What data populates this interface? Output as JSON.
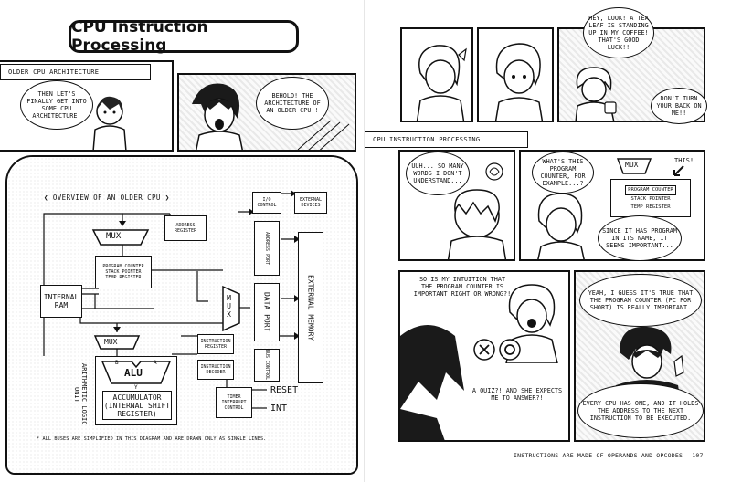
{
  "left_page": {
    "title": "CPU Instruction Processing",
    "caption_older": "OLDER CPU ARCHITECTURE",
    "bubble_1": "THEN LET'S FINALLY GET INTO SOME CPU ARCHITECTURE.",
    "bubble_2": "BEHOLD! THE ARCHITECTURE OF AN OLDER CPU!!",
    "diagram": {
      "heading": "OVERVIEW OF AN OLDER CPU",
      "mux_top": "MUX",
      "address_register": "ADDRESS REGISTER",
      "io_control": "I/O CONTROL",
      "external_devices": "EXTERNAL DEVICES",
      "address_port": "ADDRESS PORT",
      "program_counter": "PROGRAM COUNTER",
      "stack_pointer": "STACK POINTER",
      "temp_register": "TEMP REGISTER",
      "internal_ram": "INTERNAL RAM",
      "mux_right": "MUX",
      "data_port": "DATA PORT",
      "external_memory": "EXTERNAL MEMORY",
      "mux_bottom": "MUX",
      "instruction_register": "INSTRUCTION REGISTER",
      "instruction_decoder": "INSTRUCTION DECODER",
      "bus_control": "BUS CONTROL",
      "alu": "ALU",
      "alu_b": "B",
      "alu_a": "A",
      "alu_y": "Y",
      "accumulator": "ACCUMULATOR (INTERNAL SHIFT REGISTER)",
      "arithmetic_logic_unit": "ARITHMETIC LOGIC UNIT",
      "timer_interrupt_control": "TIMER INTERRUPT CONTROL",
      "reset": "RESET",
      "int": "INT"
    },
    "footnote": "* ALL BUSES ARE SIMPLIFIED IN THIS DIAGRAM AND ARE DRAWN ONLY AS SINGLE LINES."
  },
  "right_page": {
    "bubble_tea": "HEY, LOOK! A TEA LEAF IS STANDING UP IN MY COFFEE! THAT'S GOOD LUCK!!",
    "bubble_dont_turn": "DON'T TURN YOUR BACK ON ME!!",
    "caption_processing": "CPU INSTRUCTION PROCESSING",
    "bubble_uuh": "UUH... SO MANY WORDS I DON'T UNDERSTAND...",
    "bubble_whats": "WHAT'S THIS PROGRAM COUNTER, FOR EXAMPLE...?",
    "zoom_mux": "MUX",
    "zoom_this": "THIS!",
    "zoom_program_counter": "PROGRAM COUNTER",
    "zoom_stack_pointer": "STACK POINTER",
    "zoom_temp_register": "TEMP REGISTER",
    "bubble_since": "SINCE IT HAS PROGRAM IN ITS NAME, IT SEEMS IMPORTANT...",
    "bubble_intuition": "SO IS MY INTUITION THAT THE PROGRAM COUNTER IS IMPORTANT RIGHT OR WRONG?!",
    "bubble_quiz": "A QUIZ?! AND SHE EXPECTS ME TO ANSWER?!",
    "bubble_yeah": "YEAH, I GUESS IT'S TRUE THAT THE PROGRAM COUNTER (PC FOR SHORT) IS REALLY IMPORTANT.",
    "bubble_every": "EVERY CPU HAS ONE, AND IT HOLDS THE ADDRESS TO THE NEXT INSTRUCTION TO BE EXECUTED.",
    "footer_text": "INSTRUCTIONS ARE MADE OF OPERANDS AND OPCODES",
    "page_number": "107"
  }
}
